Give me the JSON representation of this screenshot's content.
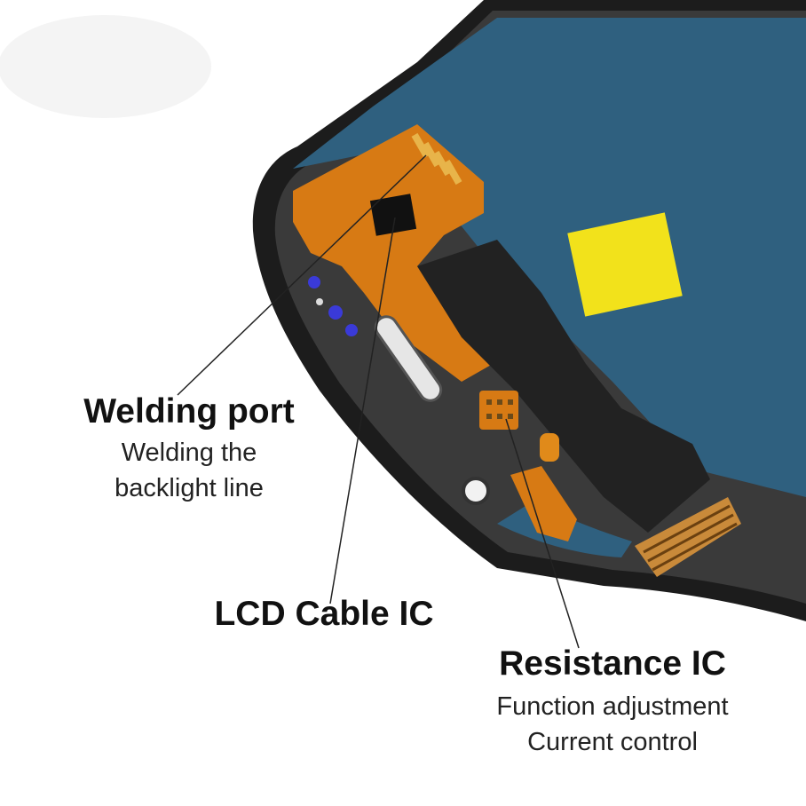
{
  "colors": {
    "background": "#ffffff",
    "panel_blue": "#2f607f",
    "frame_black": "#1c1c1c",
    "flex_orange": "#d77a14",
    "sticker_yellow": "#f2e21b",
    "leader_line": "#222222"
  },
  "callouts": {
    "welding_port": {
      "title": "Welding port",
      "line1": "Welding the",
      "line2": "backlight line"
    },
    "lcd_cable_ic": {
      "title": "LCD Cable IC"
    },
    "resistance_ic": {
      "title": "Resistance IC",
      "line1": "Function adjustment",
      "line2": "Current control"
    }
  }
}
